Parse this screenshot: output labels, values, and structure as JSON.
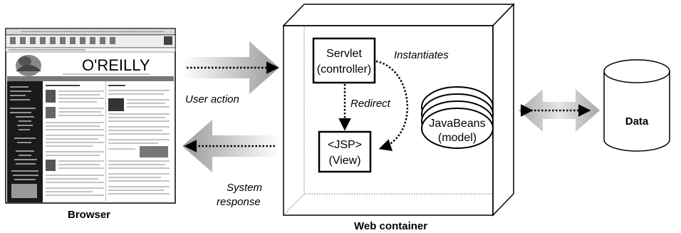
{
  "labels": {
    "browser": "Browser",
    "web_container": "Web container",
    "data": "Data",
    "user_action": "User action",
    "system_response_line1": "System",
    "system_response_line2": "response",
    "instantiates": "Instantiates",
    "redirect": "Redirect"
  },
  "boxes": {
    "servlet_line1": "Servlet",
    "servlet_line2": "(controller)",
    "jsp_line1": "<JSP>",
    "jsp_line2": "(View)",
    "javabeans_line1": "JavaBeans",
    "javabeans_line2": "(model)"
  },
  "browser_screenshot": {
    "logo": "O'REILLY"
  }
}
